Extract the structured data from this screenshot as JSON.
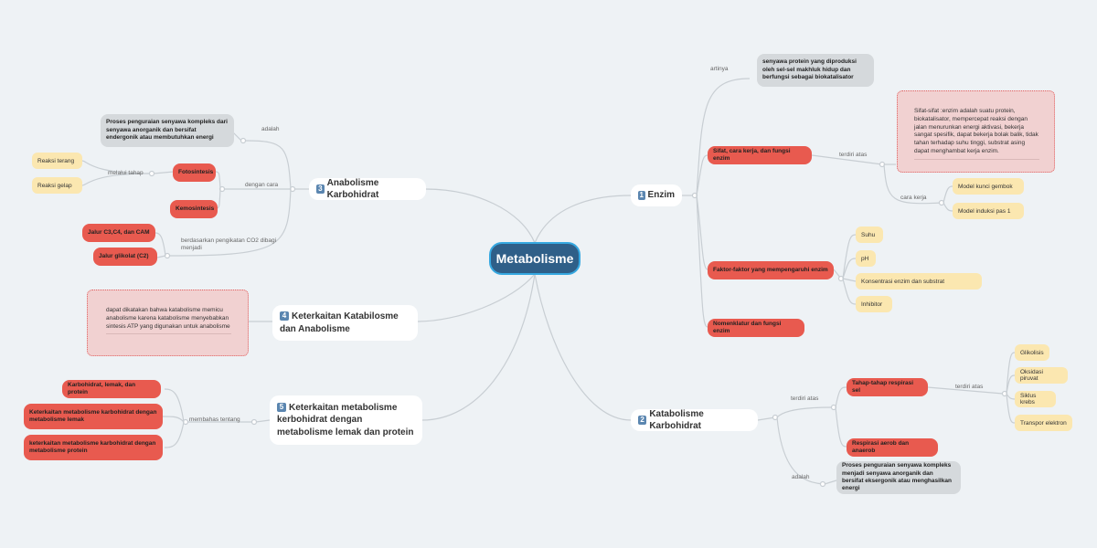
{
  "central": "Metabolisme",
  "branches": {
    "enzim": {
      "num": "1",
      "title": "Enzim",
      "artinya_label": "artinya",
      "artinya_text": "senyawa protein yang diproduksi oleh sel-sel makhluk hidup dan berfungsi sebagai biokatalisator",
      "sifat": "Sifat, cara kerja, dan fungsi enzim",
      "terdiri_label": "terdiri atas",
      "sifat_note": "Sifat-sifat :enzim adalah suatu protein, biokatalisator, mempercepat reaksi dengan jalan menurunkan energi aktivasi, bekerja sangat spesifik, dapat bekerja bolak balik, tidak tahan terhadap suhu tinggi, substrat asing dapat menghambat kerja enzim.",
      "cara_label": "cara kerja",
      "model1": "Model kunci gembok",
      "model2": "Model induksi pas 1",
      "faktor": "Faktor-faktor yang mempengaruhi enzim",
      "faktor_items": [
        "Suhu",
        "pH",
        "Konsentrasi enzim dan substrat",
        "Inhibitor"
      ],
      "nomenklatur": "Nomenklatur dan fungsi enzim"
    },
    "katabolisme": {
      "num": "2",
      "title": "Katabolisme Karbohidrat",
      "terdiri_label": "terdiri atas",
      "tahap": "Tahap-tahap respirasi sel",
      "tahap_label": "terdiri atas",
      "tahap_items": [
        "Glikolisis",
        "Oksidasi piruvat",
        "Siklus krebs",
        "Transpor elektron"
      ],
      "respirasi": "Respirasi aerob dan anaerob",
      "adalah_label": "adalah",
      "adalah_text": "Proses penguraian senyawa kompleks menjadi senyawa anorganik dan bersifat eksergonik atau menghasilkan energi"
    },
    "anabolisme": {
      "num": "3",
      "title": "Anabolisme Karbohidrat",
      "adalah_label": "adalah",
      "adalah_text": "Proses penguraian senyawa kompleks dari senyawa anorganik dan bersifat endergonik atau membutuhkan energi",
      "dengan_label": "dengan cara",
      "foto": "Fotosintesis",
      "melalui_label": "melalui tahap",
      "reaksi_terang": "Reaksi terang",
      "reaksi_gelap": "Reaksi gelap",
      "kemo": "Kemosintesis",
      "berdasarkan_label": "berdasarkan pengikatan CO2 dibagi menjadi",
      "jalur1": "Jalur C3,C4, dan CAM",
      "jalur2": "Jalur glikolat (C2)"
    },
    "keterkaitan_kat_ana": {
      "num": "4",
      "title": "Keterkaitan Katabilosme dan Anabolisme",
      "note": "dapat dikatakan bahwa katabolisme memicu anabolisme karena katabolisme menyebabkan sintesis ATP yang digunakan untuk anabolisme"
    },
    "keterkaitan_lemak": {
      "num": "5",
      "title": "Keterkaitan metabolisme kerbohidrat dengan metabolisme lemak dan protein",
      "membahas_label": "membahas tentang",
      "items": [
        "Karbohidrat, lemak, dan protein",
        "Keterkaitan metabolisme karbohidrat dengan metabolisme lemak",
        "keterkaitan metabolisme karbohidrat dengan metabolisme protein"
      ]
    }
  }
}
